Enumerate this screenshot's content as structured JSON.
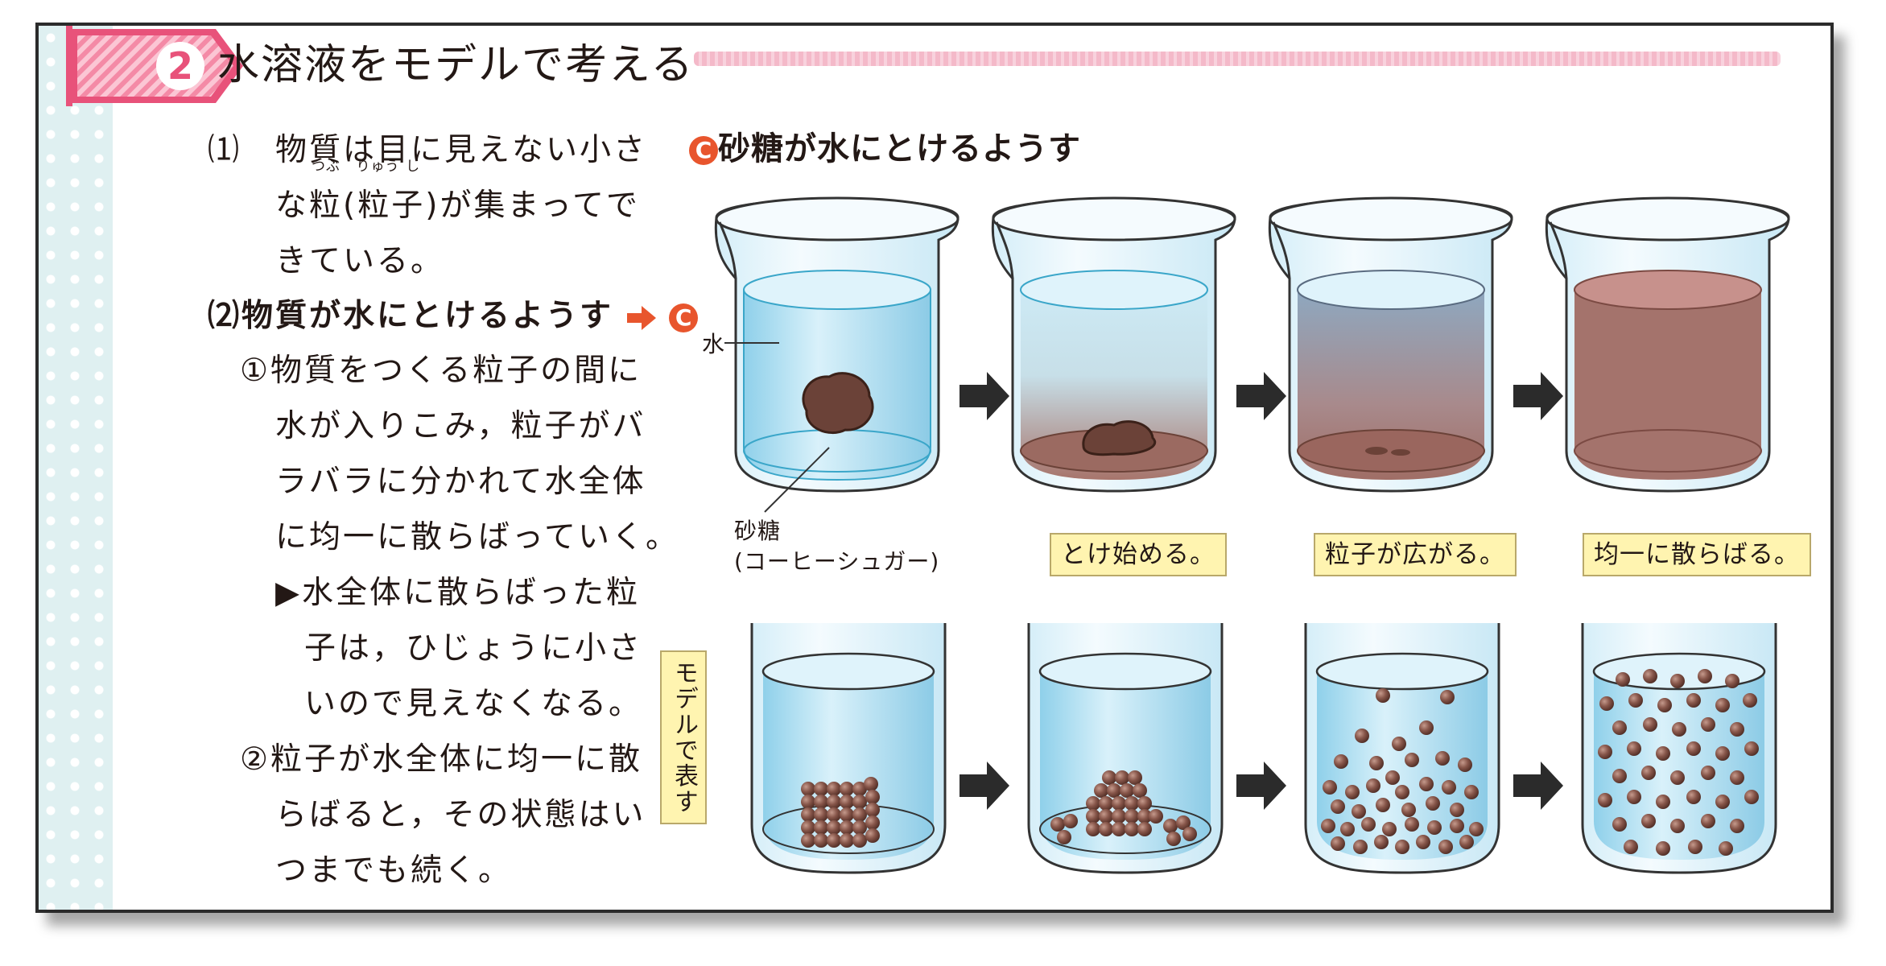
{
  "header": {
    "number": "2",
    "title": "水溶液をモデルで考える"
  },
  "text": {
    "p1_num": "⑴",
    "p1_line1": "物質は目に見えない小さ",
    "p1_line2_a": "な",
    "p1_line2_b": "粒",
    "p1_line2_c": "(",
    "p1_line2_d": "粒子",
    "p1_line2_e": ")が集まってで",
    "p1_ruby_tsubu": "つぶ",
    "p1_ruby_ryu": "りゅう",
    "p1_ruby_shi": "し",
    "p1_line3": "きている。",
    "p2_heading": "⑵物質が水にとけるようす",
    "c_mark": "C",
    "s1_line1": "①物質をつくる粒子の間に",
    "s1_line2": "水が入りこみ，粒子がバ",
    "s1_line3": "ラバラに分かれて水全体",
    "s1_line4": "に均一に散らばっていく。",
    "note_line1": "▶水全体に散らばった粒",
    "note_line2": "子は，ひじょうに小さ",
    "note_line3": "いので見えなくなる。",
    "s2_line1": "②粒子が水全体に均一に散",
    "s2_line2": "らばると，その状態はい",
    "s2_line3": "つまでも続く。"
  },
  "figure": {
    "title": "砂糖が水にとけるようす",
    "label_water": "水",
    "label_sugar_1": "砂糖",
    "label_sugar_2": "(コーヒーシュガー)",
    "captions": [
      "とけ始める。",
      "粒子が広がる。",
      "均一に散らばる。"
    ],
    "model_label": "モデルで表す"
  },
  "colors": {
    "accent_pink": "#e8527a",
    "accent_orange": "#e8552d",
    "water_blue": "#bfe3f2",
    "solution_brown": "#a4736c",
    "particle": "#7a4a3f",
    "caption_bg": "#fff4b0"
  }
}
